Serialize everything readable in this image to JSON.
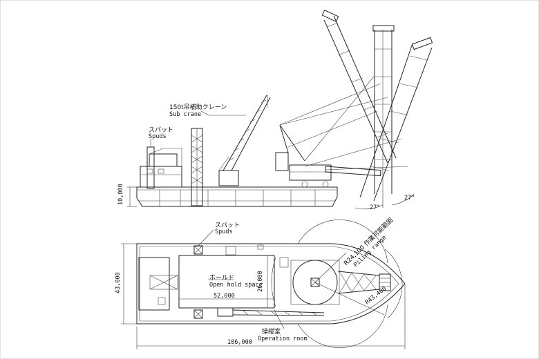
{
  "labels": {
    "sub_crane_jp": "150t吊補助クレーン",
    "sub_crane_en": "Sub crane",
    "spuds_jp_side": "スパット",
    "spuds_en_side": "Spuds",
    "spuds_jp_plan": "スパット",
    "spuds_en_plan": "Spuds",
    "hold_jp": "ホールド",
    "hold_en": "Open hold space",
    "piling_range_jp": "R24,100 作業可能範囲",
    "piling_range_en": "Piling range",
    "op_room_jp": "操縦室",
    "op_room_en": "Operation room"
  },
  "dimensions": {
    "height_side": "10,000",
    "angle_left": "27°",
    "angle_right": "27°",
    "width_plan": "43,000",
    "hold_length": "52,000",
    "hold_width": "26,000",
    "radius_outer": "R43,400",
    "overall_length": "106,000"
  }
}
